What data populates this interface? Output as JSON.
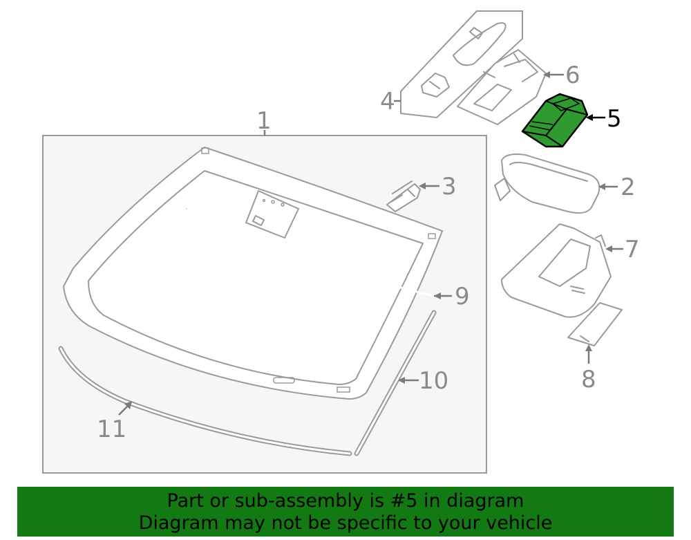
{
  "callouts": {
    "c1": "1",
    "c2": "2",
    "c3": "3",
    "c4": "4",
    "c5": "5",
    "c6": "6",
    "c7": "7",
    "c8": "8",
    "c9": "9",
    "c10": "10",
    "c11": "11"
  },
  "highlight": {
    "part_number": "5",
    "fill_color": "#2f9a2f",
    "stroke_color": "#000000"
  },
  "banner": {
    "line1": "Part or sub-assembly is #5 in diagram",
    "line2": "Diagram may not be specific to your vehicle",
    "background_color": "#137a13"
  }
}
